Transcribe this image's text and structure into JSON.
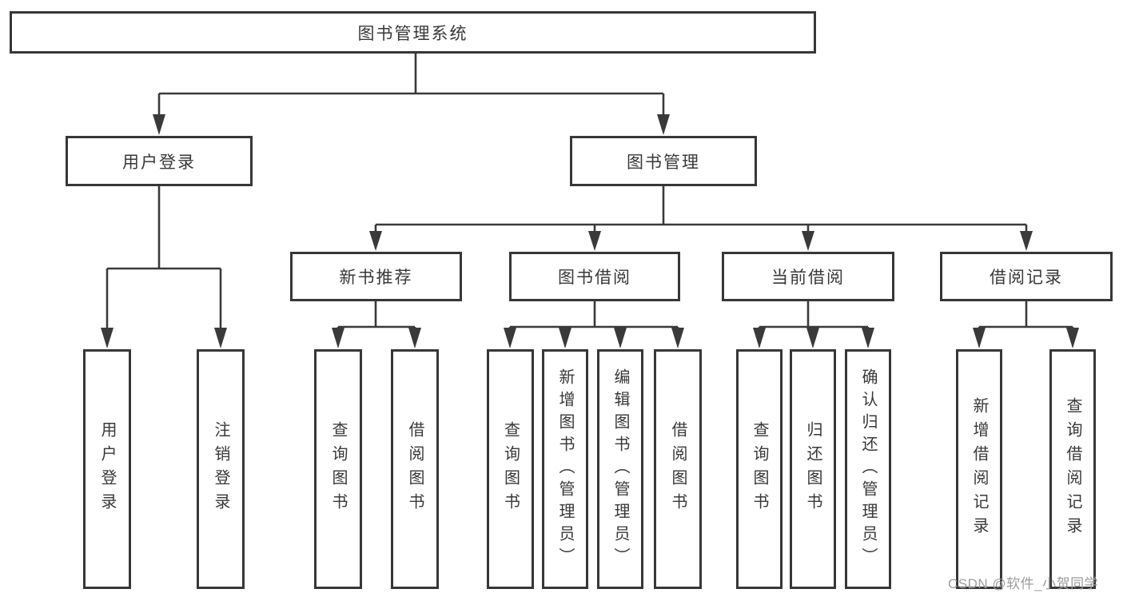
{
  "diagram_type": "hierarchy-tree",
  "colors": {
    "background": "#ffffff",
    "line": "#3a3a3a",
    "box_border": "#373737",
    "text": "#383838",
    "watermark": "#9c9c9c"
  },
  "tree": {
    "root": {
      "label": "图书管理系统",
      "children": [
        {
          "label": "用户登录",
          "children": [
            {
              "label": "用户登录"
            },
            {
              "label": "注销登录"
            }
          ]
        },
        {
          "label": "图书管理",
          "children": [
            {
              "label": "新书推荐",
              "children": [
                {
                  "label": "查询图书"
                },
                {
                  "label": "借阅图书"
                }
              ]
            },
            {
              "label": "图书借阅",
              "children": [
                {
                  "label": "查询图书"
                },
                {
                  "label": "新增图书（管理员）"
                },
                {
                  "label": "编辑图书（管理员）"
                },
                {
                  "label": "借阅图书"
                }
              ]
            },
            {
              "label": "当前借阅",
              "children": [
                {
                  "label": "查询图书"
                },
                {
                  "label": "归还图书"
                },
                {
                  "label": "确认归还（管理员）"
                }
              ]
            },
            {
              "label": "借阅记录",
              "children": [
                {
                  "label": "新增借阅记录"
                },
                {
                  "label": "查询借阅记录"
                }
              ]
            }
          ]
        }
      ]
    }
  },
  "watermark": {
    "text": "CSDN @软件_小贺同学"
  }
}
